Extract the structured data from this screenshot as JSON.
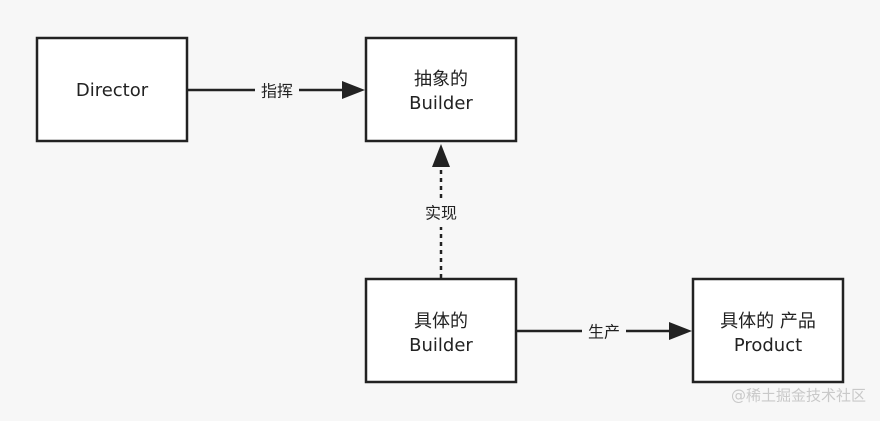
{
  "nodes": {
    "director": {
      "lines": [
        "Director"
      ]
    },
    "abstract_builder": {
      "lines": [
        "抽象的",
        "Builder"
      ]
    },
    "concrete_builder": {
      "lines": [
        "具体的",
        "Builder"
      ]
    },
    "concrete_product": {
      "lines": [
        "具体的 产品",
        "Product"
      ]
    }
  },
  "edges": {
    "director_to_abstract": {
      "label": "指挥"
    },
    "concrete_to_abstract": {
      "label": "实现"
    },
    "concrete_to_product": {
      "label": "生产"
    }
  },
  "watermark": {
    "text": "@稀土掘金技术社区"
  }
}
